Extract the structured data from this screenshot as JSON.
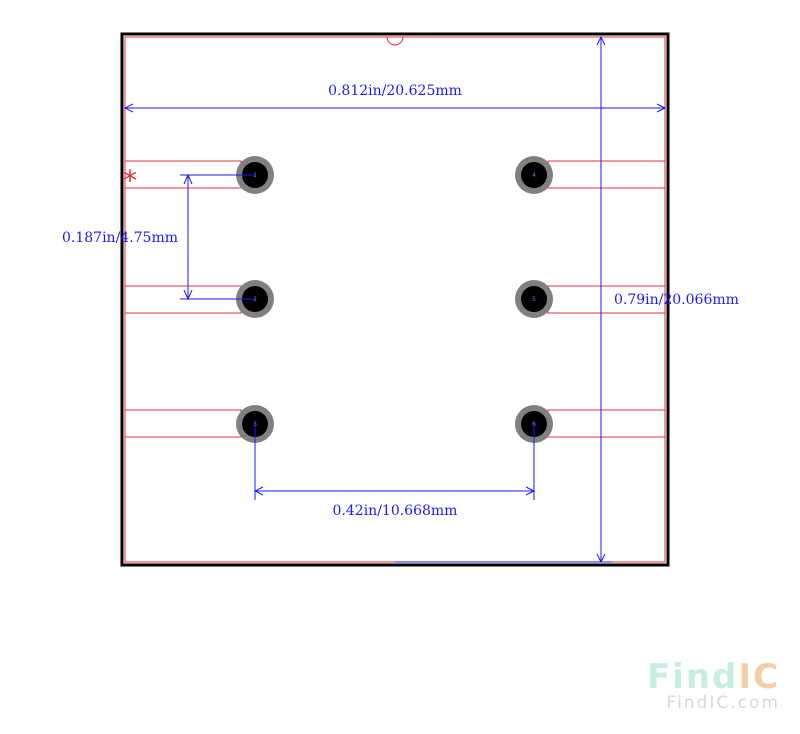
{
  "dimensions": {
    "width_label": "0.812in/20.625mm",
    "height_label": "0.79in/20.066mm",
    "pitch_label": "0.187in/4.75mm",
    "span_label": "0.42in/10.668mm"
  },
  "pin1_marker": "*",
  "pins": [
    {
      "num": "1"
    },
    {
      "num": "2"
    },
    {
      "num": "3"
    },
    {
      "num": "4"
    },
    {
      "num": "5"
    },
    {
      "num": "6"
    }
  ],
  "watermark": {
    "brand_find": "Find",
    "brand_ic": "IC",
    "site": "FindIC.com"
  },
  "colors": {
    "outline": "#000000",
    "courtyard": "#e0303a",
    "dimension": "#1a1aff",
    "pad_ring": "#808080",
    "pad_hole": "#000000",
    "logo_find": "#c8ede3",
    "logo_ic": "#f7cda8"
  }
}
